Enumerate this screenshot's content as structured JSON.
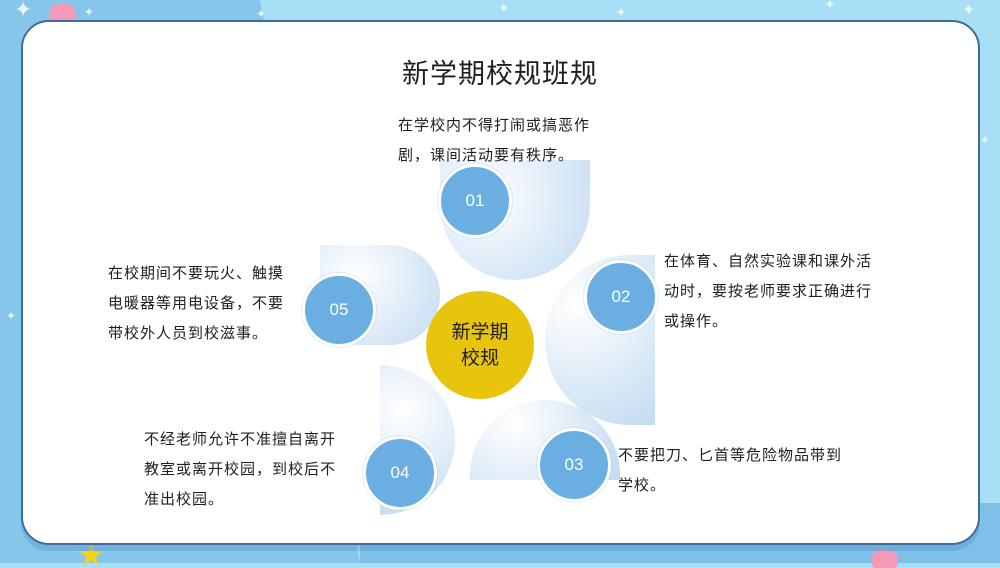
{
  "title": "新学期校规班规",
  "center": {
    "line1": "新学期",
    "line2": "校规"
  },
  "items": [
    {
      "number": "01",
      "lines": [
        "在学校内不得打闹或搞恶作",
        "剧，课间活动要有秩序。"
      ]
    },
    {
      "number": "02",
      "lines": [
        "在体育、自然实验课和课外活",
        "动时，要按老师要求正确进行",
        "或操作。"
      ]
    },
    {
      "number": "03",
      "lines": [
        "不要把刀、匕首等危险物品带到",
        "学校。"
      ]
    },
    {
      "number": "04",
      "lines": [
        "不经老师允许不准擅自离开",
        "教室或离开校园，到校后不",
        "准出校园。"
      ]
    },
    {
      "number": "05",
      "lines": [
        "在校期间不要玩火、触摸",
        "电暖器等用电设备，不要",
        "带校外人员到校滋事。"
      ]
    }
  ],
  "colors": {
    "number_circle": "#6aaee2",
    "center_circle": "#e8c40c",
    "card_border": "#3e6d9c",
    "background": "#a9dff5"
  },
  "decorations": {
    "sparkle": "✦"
  }
}
